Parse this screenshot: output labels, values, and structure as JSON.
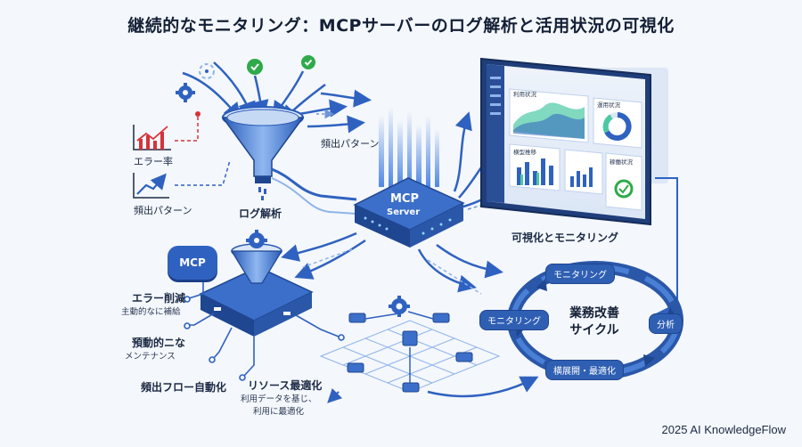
{
  "title": "継続的なモニタリング：MCPサーバーのログ解析と活用状況の可視化",
  "labels": {
    "error_rate": "エラー率",
    "frequent_pattern_left": "頻出パターン",
    "frequent_pattern_top": "頻出パターン",
    "log_analysis": "ログ解析",
    "mcp_line1": "MCP",
    "mcp_line2": "Server",
    "mcp_chip": "MCP",
    "viz_monitoring": "可視化とモニタリング",
    "error_reduction": "エラー削減",
    "error_reduction_sub": "主動的なに補給",
    "proactive": "預動的ニな",
    "proactive_sub": "メンテナンス",
    "frequent_flow": "頻出フロー自動化",
    "resource_opt": "リソース最適化",
    "resource_opt_sub1": "利用データを基じ、",
    "resource_opt_sub2": "利用に最適化"
  },
  "dashboard": {
    "panel_usage": "利用状況",
    "panel_status": "運用状況",
    "panel_trend": "横型推移",
    "panel_health": "稼働状況"
  },
  "cycle": {
    "center_line1": "業務改善",
    "center_line2": "サイクル",
    "top": "モニタリング",
    "left": "モニタリング",
    "right": "分析",
    "bottom": "横展開・最適化"
  },
  "footer": "2025 AI KnowledgeFlow",
  "colors": {
    "accent": "#2f62c0",
    "dark": "#1c3f86",
    "light": "#8fb3ea",
    "check": "#2eaa4a",
    "alert": "#d6333a"
  }
}
